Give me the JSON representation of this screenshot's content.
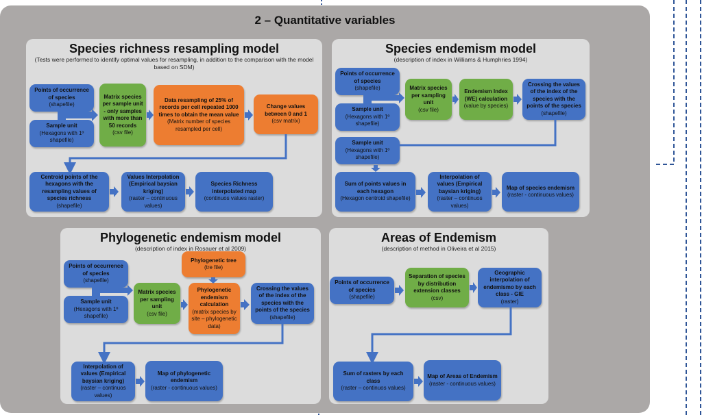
{
  "title": "2 – Quantitative variables",
  "colors": {
    "input_box": "#4472c4",
    "matrix_box": "#70ad47",
    "process_box": "#ed7d31",
    "panel_bg": "#dcdcdc",
    "outer_bg": "#aba8a7",
    "connector": "#2f5597"
  },
  "panels": {
    "richness": {
      "title": "Species richness resampling model",
      "subtitle": "(Tests were performed to identify optimal values for resampling, in addition to the comparison with the model based on SDM)",
      "boxes": [
        {
          "title": "Points of occurrence of species",
          "detail": "(shapefile)"
        },
        {
          "title": "Sample unit",
          "detail": "(Hexagons with 1º shapefile)"
        },
        {
          "title": "Matrix species per sample unit - only samples with more than 50 records",
          "detail": "(csv file)"
        },
        {
          "title": "Data resampling of 25% of records per cell repeated 1000 times to obtain the mean value",
          "detail": "(Matrix number of species resampled per cell)"
        },
        {
          "title": "Change values between 0 and 1",
          "detail": "(csv matrix)"
        },
        {
          "title": "Centroid points of the hexagons with the resampling values of species richness",
          "detail": "(shapefile)"
        },
        {
          "title": "Values Interpolation (Empirical baysian kriging)",
          "detail": "(raster – continuous values)"
        },
        {
          "title": "Species Richness interpolated map",
          "detail": "(continuos values raster)"
        }
      ]
    },
    "endemism": {
      "title": "Species endemism model",
      "subtitle": "(description of index in Williams & Humphries 1994)",
      "boxes": [
        {
          "title": "Points of occurrence of species",
          "detail": "(shapefile)"
        },
        {
          "title": "Sample unit",
          "detail": "(Hexagons with 1º shapefile)"
        },
        {
          "title": "Matrix species per sampling unit",
          "detail": "(csv file)"
        },
        {
          "title": "Endemism Index (WE) calculation",
          "detail": "(value by species)"
        },
        {
          "title": "Crossing the values of the index of the species with the points of the species",
          "detail": "(shapefile)"
        },
        {
          "title": "Sample unit",
          "detail": "(Hexagons with 1º shapefile)"
        },
        {
          "title": "Sum of points values in each hexagon",
          "detail": "(Hexagon centroid shapefile)"
        },
        {
          "title": "Interpolation of values (Empirical baysian kriging)",
          "detail": "(raster – continuos values)"
        },
        {
          "title": "Map of species endemism",
          "detail": "(raster - continuous values)"
        }
      ]
    },
    "phylo": {
      "title": "Phylogenetic endemism model",
      "subtitle": "(description of index in Rosauer et al 2009)",
      "boxes": [
        {
          "title": "Points of occurrence of species",
          "detail": "(shapefile)"
        },
        {
          "title": "Sample unit",
          "detail": "(Hexagons with 1º shapefile)"
        },
        {
          "title": "Matrix species per sampling unit",
          "detail": "(csv file)"
        },
        {
          "title": "Phylogenetic tree",
          "detail": "(tre file)"
        },
        {
          "title": "Phylogenetic endemism calculation",
          "detail": "(matrix species by site – phylogenetic data)"
        },
        {
          "title": "Crossing the values of the index of the species with the points of the species",
          "detail": "(shapefile)"
        },
        {
          "title": "Interpolation of values (Empirical baysian kriging)",
          "detail": "(raster – continuos values)"
        },
        {
          "title": "Map of phylogenetic endemism",
          "detail": "(raster - continuous values)"
        }
      ]
    },
    "areas": {
      "title": "Areas of Endemism",
      "subtitle": "(description of method in Oliveira et al 2015)",
      "boxes": [
        {
          "title": "Points of occurrence of species",
          "detail": "(shapefile)"
        },
        {
          "title": "Separation of species by distribution extension classes",
          "detail": "(csv)"
        },
        {
          "title": "Geographic interpolation of endemismo by each class - GIE",
          "detail": "(raster)"
        },
        {
          "title": "Sum of rasters by each class",
          "detail": "(raster – continuos values)"
        },
        {
          "title": "Map of Areas of Endemism",
          "detail": "(raster - continuous values)"
        }
      ]
    }
  }
}
